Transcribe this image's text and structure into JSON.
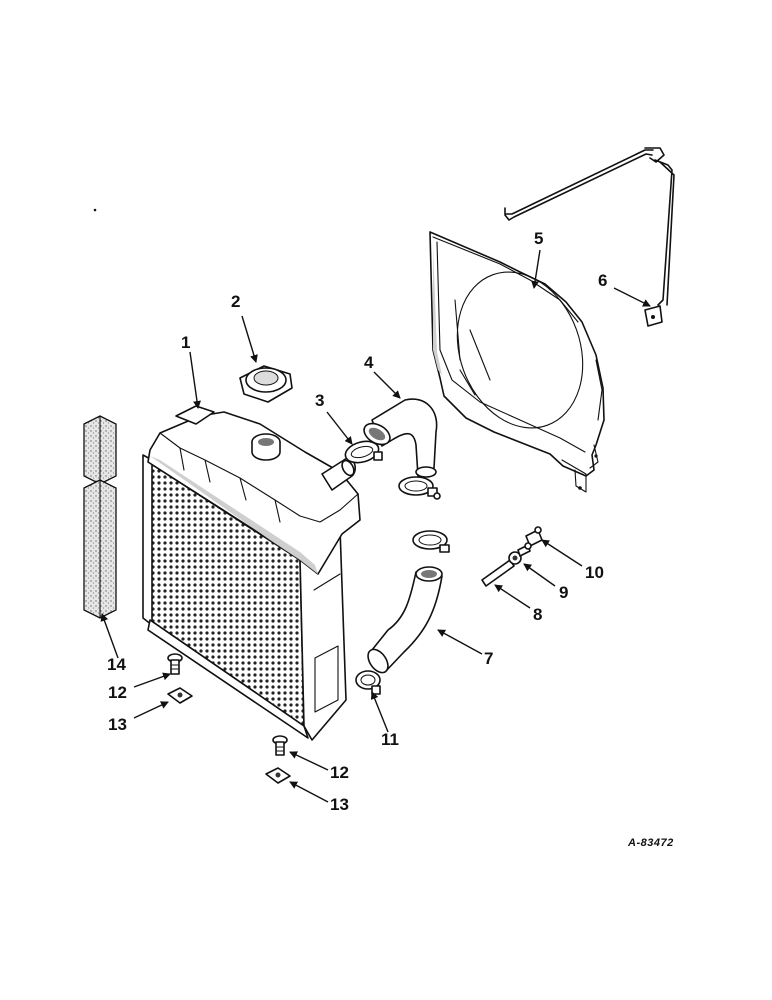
{
  "figure": {
    "reference": "A-83472"
  },
  "callouts": [
    {
      "id": "1",
      "label": "1"
    },
    {
      "id": "2",
      "label": "2"
    },
    {
      "id": "3",
      "label": "3"
    },
    {
      "id": "4",
      "label": "4"
    },
    {
      "id": "5",
      "label": "5"
    },
    {
      "id": "6",
      "label": "6"
    },
    {
      "id": "7",
      "label": "7"
    },
    {
      "id": "8",
      "label": "8"
    },
    {
      "id": "9",
      "label": "9"
    },
    {
      "id": "10",
      "label": "10"
    },
    {
      "id": "11",
      "label": "11"
    },
    {
      "id": "12a",
      "label": "12"
    },
    {
      "id": "12b",
      "label": "12"
    },
    {
      "id": "13a",
      "label": "13"
    },
    {
      "id": "13b",
      "label": "13"
    },
    {
      "id": "14",
      "label": "14"
    }
  ]
}
